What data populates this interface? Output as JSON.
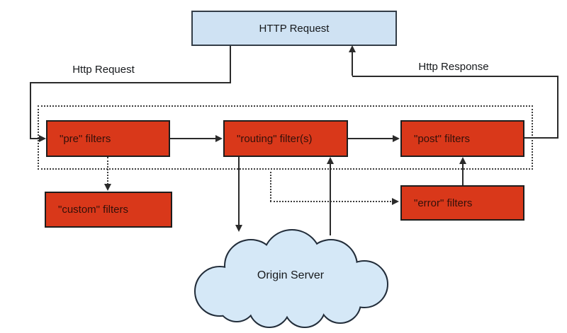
{
  "colors": {
    "red_fill": "#d9381a",
    "red_border": "#1d1d1d",
    "red_text": "#33100a",
    "blue_fill": "#cfe2f3",
    "blue_border": "#333d47",
    "cloud_fill": "#d5e8f7",
    "cloud_border": "#222d3a",
    "line_color": "#2b2b2b",
    "dot_color": "#3c3c3c",
    "text_dark": "#16191c"
  },
  "nodes": {
    "http_request_box": "HTTP Request",
    "pre_filters": "\"pre\" filters",
    "routing_filters": "\"routing\" filter(s)",
    "post_filters": "\"post\" filters",
    "custom_filters": "\"custom\" filters",
    "error_filters": "\"error\" filters",
    "origin_server": "Origin Server"
  },
  "edge_labels": {
    "http_request": "Http Request",
    "http_response": "Http Response"
  }
}
